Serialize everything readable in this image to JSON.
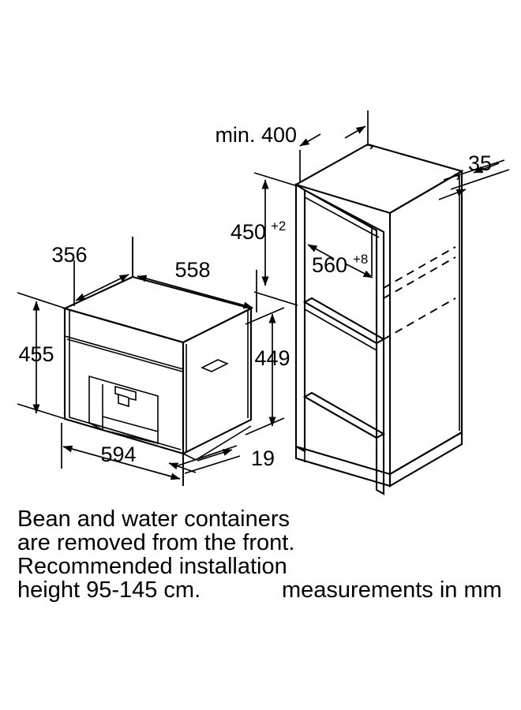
{
  "document": {
    "title": "Built-in coffee machine installation dimensions",
    "units_note": "measurements in mm",
    "line_color": "#000000",
    "background_color": "#ffffff"
  },
  "appliance_view": {
    "name": "built-in coffee machine isometric view",
    "dimensions": {
      "depth_top": "356",
      "width_top": "558",
      "height_front": "455",
      "height_side": "449",
      "width_front": "594",
      "front_projection": "19"
    }
  },
  "cabinet_view": {
    "name": "kitchen cabinet niche isometric view",
    "dimensions": {
      "depth_min": "min. 400",
      "niche_height": "450",
      "niche_height_tolerance": "+2",
      "niche_width": "560",
      "niche_width_tolerance": "+8",
      "front_edge": "35"
    }
  },
  "notes": {
    "line1": "Bean and water containers",
    "line2": "are removed from the front.",
    "line3": "Recommended installation",
    "line4": "height 95-145 cm.",
    "units": "measurements in mm"
  }
}
